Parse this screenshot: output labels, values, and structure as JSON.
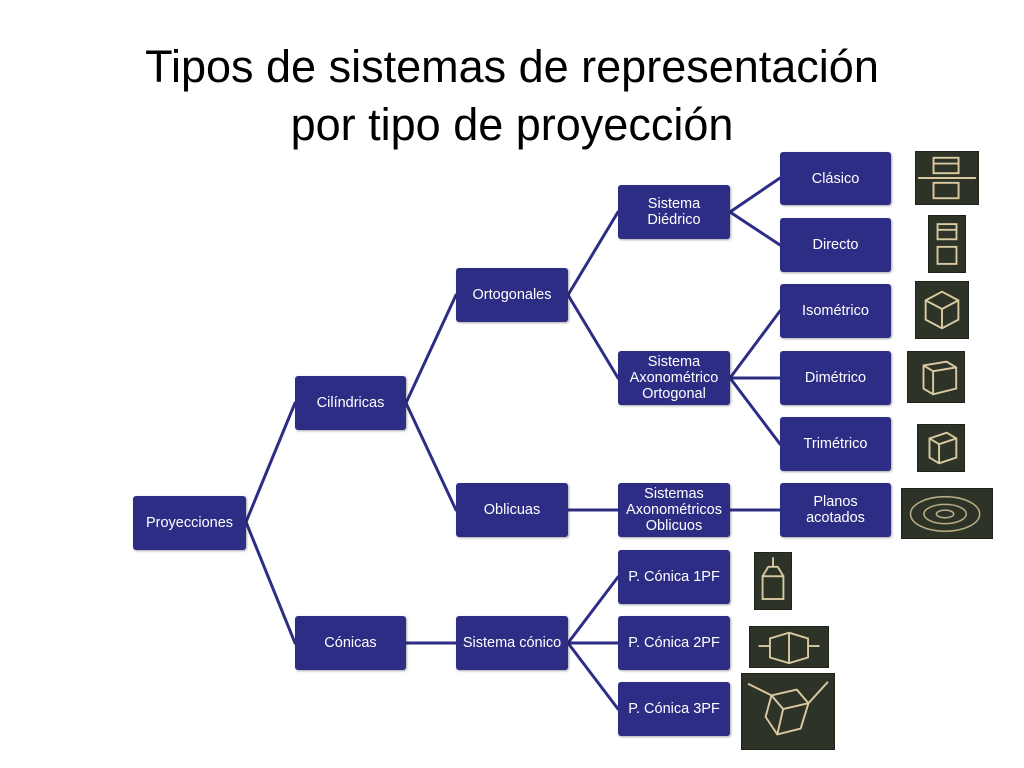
{
  "title": {
    "line1": "Tipos de sistemas de representación",
    "line2": "por tipo de proyección"
  },
  "colors": {
    "node_fill": "#2e2d86",
    "connector": "#2e2d86",
    "text": "#ffffff",
    "thumb_bg": "#2d3327",
    "thumb_line": "#d8c9a0"
  },
  "nodes": {
    "proyecciones": "Proyecciones",
    "cilindricas": "Cilíndricas",
    "conicas": "Cónicas",
    "ortogonales": "Ortogonales",
    "oblicuas": "Oblicuas",
    "sistema_conico": "Sistema cónico",
    "diedrico": [
      "Sistema",
      "Diédrico"
    ],
    "axonometrico_ortogonal": [
      "Sistema",
      "Axonométrico",
      "Ortogonal"
    ],
    "axonometricos_oblicuos": [
      "Sistemas",
      "Axonométricos",
      "Oblicuos"
    ],
    "clasico": "Clásico",
    "directo": "Directo",
    "isometrico": "Isométrico",
    "dimetrico": "Dimétrico",
    "trimetrico": "Trimétrico",
    "planos_acotados": [
      "Planos",
      "acotados"
    ],
    "conica_1pf": "P. Cónica 1PF",
    "conica_2pf": "P. Cónica 2PF",
    "conica_3pf": "P. Cónica 3PF"
  },
  "thumbnails": [
    {
      "id": "clasico",
      "icon": "dihedral-classic-sketch-icon"
    },
    {
      "id": "directo",
      "icon": "dihedral-direct-sketch-icon"
    },
    {
      "id": "isometrico",
      "icon": "isometric-cube-sketch-icon"
    },
    {
      "id": "dimetrico",
      "icon": "dimetric-cube-sketch-icon"
    },
    {
      "id": "trimetrico",
      "icon": "trimetric-cube-sketch-icon"
    },
    {
      "id": "planos_acotados",
      "icon": "contour-plan-sketch-icon"
    },
    {
      "id": "conica_1pf",
      "icon": "one-point-perspective-sketch-icon"
    },
    {
      "id": "conica_2pf",
      "icon": "two-point-perspective-sketch-icon"
    },
    {
      "id": "conica_3pf",
      "icon": "three-point-perspective-sketch-icon"
    }
  ]
}
